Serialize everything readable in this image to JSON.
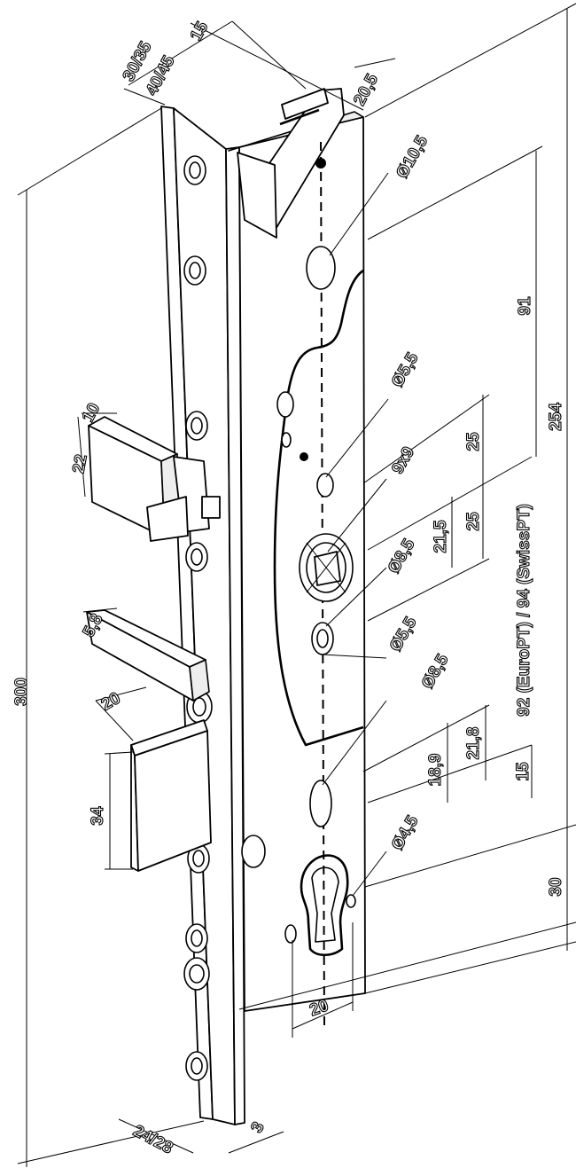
{
  "colors": {
    "line": "#000000",
    "background": "#ffffff"
  },
  "dimensions": {
    "total_height": "300",
    "lock_case_height": "254",
    "bottom_offset": "30",
    "backset": "30/35",
    "backset_alt": "40/45",
    "faceplate_depth": "15",
    "case_depth": "20,5",
    "faceplate_width": "24/28",
    "faceplate_thickness": "3",
    "latch_width": "22",
    "latch_projection": "10",
    "bolt_thickness": "5,8",
    "bolt_projection": "20",
    "bolt_height": "34",
    "handle_to_top": "91",
    "dist_a": "25",
    "dist_b": "25",
    "dist_c": "21,5",
    "dist_d": "21,8",
    "dist_e": "18,9",
    "dist_f": "15",
    "cylinder_width": "20",
    "centre_distance_label": "92 (EuroPT) / 94 (SwissPT)",
    "hole_a": "Ø10,5",
    "hole_b": "Ø5,5",
    "square": "9x9",
    "hole_c": "Ø8,5",
    "hole_d": "Ø5,5",
    "hole_e": "Ø8,5",
    "hole_f": "Ø4,5"
  }
}
